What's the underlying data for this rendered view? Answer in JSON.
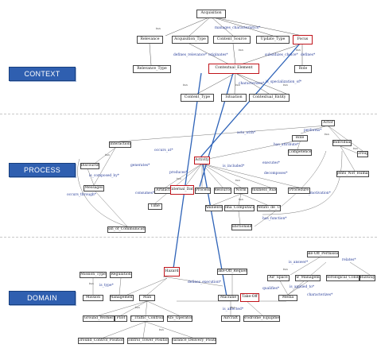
{
  "sections": [
    {
      "key": "context",
      "label": "CONTEXT"
    },
    {
      "key": "process",
      "label": "PROCESS"
    },
    {
      "key": "domain",
      "label": "DOMAIN"
    }
  ],
  "context": {
    "nodes": {
      "acquisition": "Acquisition",
      "relevance": "Relevance",
      "acquisition_type": "Acquisition_Type",
      "content_source": "Content_Source",
      "update_type": "Update_Type",
      "focus": "Focus",
      "relevance_type": "Relevance_Type",
      "contextual_element": "Contextual_Element",
      "role": "Role",
      "content_type": "Content_Type",
      "situation": "Situation",
      "contextual_entity": "Contextual_Entity"
    },
    "edges": {
      "manages_characteristics": "manages_characteristics*",
      "defines_relevance": "defines_relevance*",
      "originates": "originates*",
      "subsidizes_choice": "subsidizes_choice*",
      "defines": "defines*",
      "characterizes": "characterizes*",
      "is_specialization_of": "is_specialization_of*"
    }
  },
  "process": {
    "nodes": {
      "actor": "Actor",
      "interaction": "Interaction",
      "role": "Role",
      "individual": "Individual",
      "group": "Group",
      "discourse": "Discourse",
      "messages": "Messages",
      "activity": "Activity",
      "competence": "Competence",
      "agents_not_humans": "Agents_Not_Humans",
      "artifact": "Artifact",
      "external_data": "External_Data",
      "process": "Process",
      "resource": "Resource",
      "norm": "Norm",
      "business_rule": "Business_Rule",
      "procedure": "Procedure",
      "time": "Time",
      "ambiente": "Ambiente",
      "sistema_computacional": "Sistema_Computacional",
      "artefato_de_uso": "Artefato_de_Uso",
      "mean_of_communication": "Mean_of_Communication",
      "functionality": "Functionality"
    },
    "edges": {
      "occurs_at": "occurs_at*",
      "acts_with": "acts_with*",
      "performs": "performs*",
      "has_attribute": "has_attribute*",
      "executes": "executes*",
      "generates": "generates*",
      "is_composed_by": "is_composed_by*",
      "occurs_through": "occurs_through*",
      "produces": "produces*",
      "is_included": "is_included*",
      "decomposes": "decomposes*",
      "consumes": "consumes*",
      "has_motivation": "has_motivation*",
      "has_function": "has_function*"
    }
  },
  "domain": {
    "nodes": {
      "mission_type": "Mission_Type",
      "regulation": "Regulation",
      "hazard": "Hazard",
      "takeoff_request": "Take-Off_Request",
      "takeoff_permission": "Take-Off_Permission",
      "runway": "Runway",
      "mission": "Mission",
      "management": "Management",
      "air_space": "Air_Space",
      "flow_management": "Flow_Management",
      "meteorological_condition": "Meteorological_Condition",
      "man": "Man",
      "machine": "Machine",
      "takeoff": "Take-Off",
      "media": "Media",
      "ground_worker": "Ground_Worker",
      "pilot": "Pilot",
      "air_traffic_controller": "air_Traffic_Controller",
      "ais_operator": "AIS_Operator",
      "aircraft": "Aircraft",
      "aerodrome_equipment": "Aerodrome_Equipment",
      "ground_control_position": "Ground_Control_Position",
      "control_tower_position": "Control_Tower_Position",
      "clearance_delivery_position": "Clearance_Delivery_Position"
    },
    "edges": {
      "is_answer": "is_answer*",
      "relates": "relates*",
      "is_type": "is_type*",
      "is_applied_to": "is_applied_to*",
      "qualifies": "qualifies*",
      "defines_execution": "defines_execution*",
      "characterizes": "characterizes*",
      "is_affected": "is_affected*"
    }
  },
  "common_edge_label": "isa",
  "colors": {
    "band_fill": "#2f5fb0",
    "highlight": "#c0141b",
    "cross_link": "#2e63b8",
    "relation_label": "#2a3f9a"
  }
}
